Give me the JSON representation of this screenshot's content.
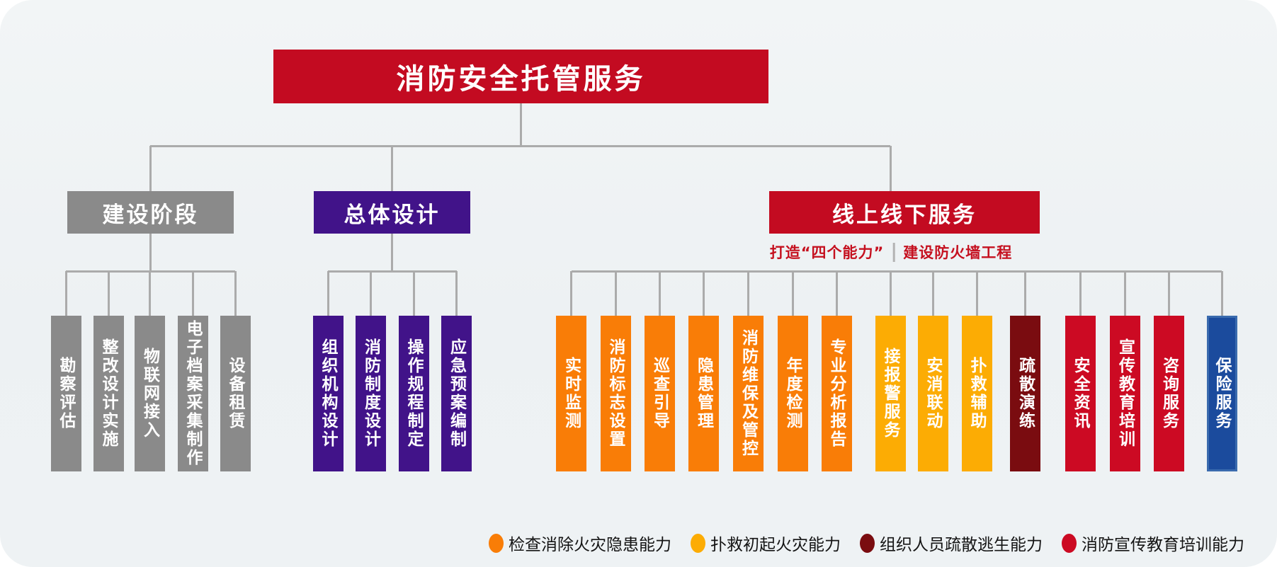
{
  "root": {
    "title": "消防安全托管服务",
    "color": "#c30b21"
  },
  "subtitle": {
    "left": "打造“四个能力”",
    "right": "建设防火墙工程"
  },
  "groups": [
    {
      "label": "建设阶段",
      "color": "#8a8a8a",
      "children": [
        {
          "label": "勘察评估",
          "color": "#8a8a8a"
        },
        {
          "label": "整改设计实施",
          "color": "#8a8a8a"
        },
        {
          "label": "物联网接入",
          "color": "#8a8a8a"
        },
        {
          "label": "电子档案采集制作",
          "color": "#8a8a8a"
        },
        {
          "label": "设备租赁",
          "color": "#8a8a8a"
        }
      ]
    },
    {
      "label": "总体设计",
      "color": "#411389",
      "children": [
        {
          "label": "组织机构设计",
          "color": "#411389"
        },
        {
          "label": "消防制度设计",
          "color": "#411389"
        },
        {
          "label": "操作规程制定",
          "color": "#411389"
        },
        {
          "label": "应急预案编制",
          "color": "#411389"
        }
      ]
    },
    {
      "label": "线上线下服务",
      "color": "#c30b21",
      "children": [
        {
          "label": "实时监测",
          "color": "#f97d07"
        },
        {
          "label": "消防标志设置",
          "color": "#f97d07"
        },
        {
          "label": "巡查引导",
          "color": "#f97d07"
        },
        {
          "label": "隐患管理",
          "color": "#f97d07"
        },
        {
          "label": "消防维保及管控",
          "color": "#f97d07"
        },
        {
          "label": "年度检测",
          "color": "#f97d07"
        },
        {
          "label": "专业分析报告",
          "color": "#f97d07"
        },
        {
          "label": "接报警服务",
          "color": "#fcac04"
        },
        {
          "label": "安消联动",
          "color": "#fcac04"
        },
        {
          "label": "扑救辅助",
          "color": "#fcac04"
        },
        {
          "label": "疏散演练",
          "color": "#7a0c10"
        },
        {
          "label": "安全资讯",
          "color": "#cc0a23"
        },
        {
          "label": "宣传教育培训",
          "color": "#cc0a23"
        },
        {
          "label": "咨询服务",
          "color": "#cc0a23"
        },
        {
          "label": "保险服务",
          "color": "#1b4b9d",
          "border": "#3a6bae"
        }
      ]
    }
  ],
  "legend": [
    {
      "label": "检查消除火灾隐患能力",
      "color": "#f97d07"
    },
    {
      "label": "扑救初起火灾能力",
      "color": "#fcac04"
    },
    {
      "label": "组织人员疏散逃生能力",
      "color": "#7a0c10"
    },
    {
      "label": "消防宣传教育培训能力",
      "color": "#cc0a23"
    }
  ]
}
